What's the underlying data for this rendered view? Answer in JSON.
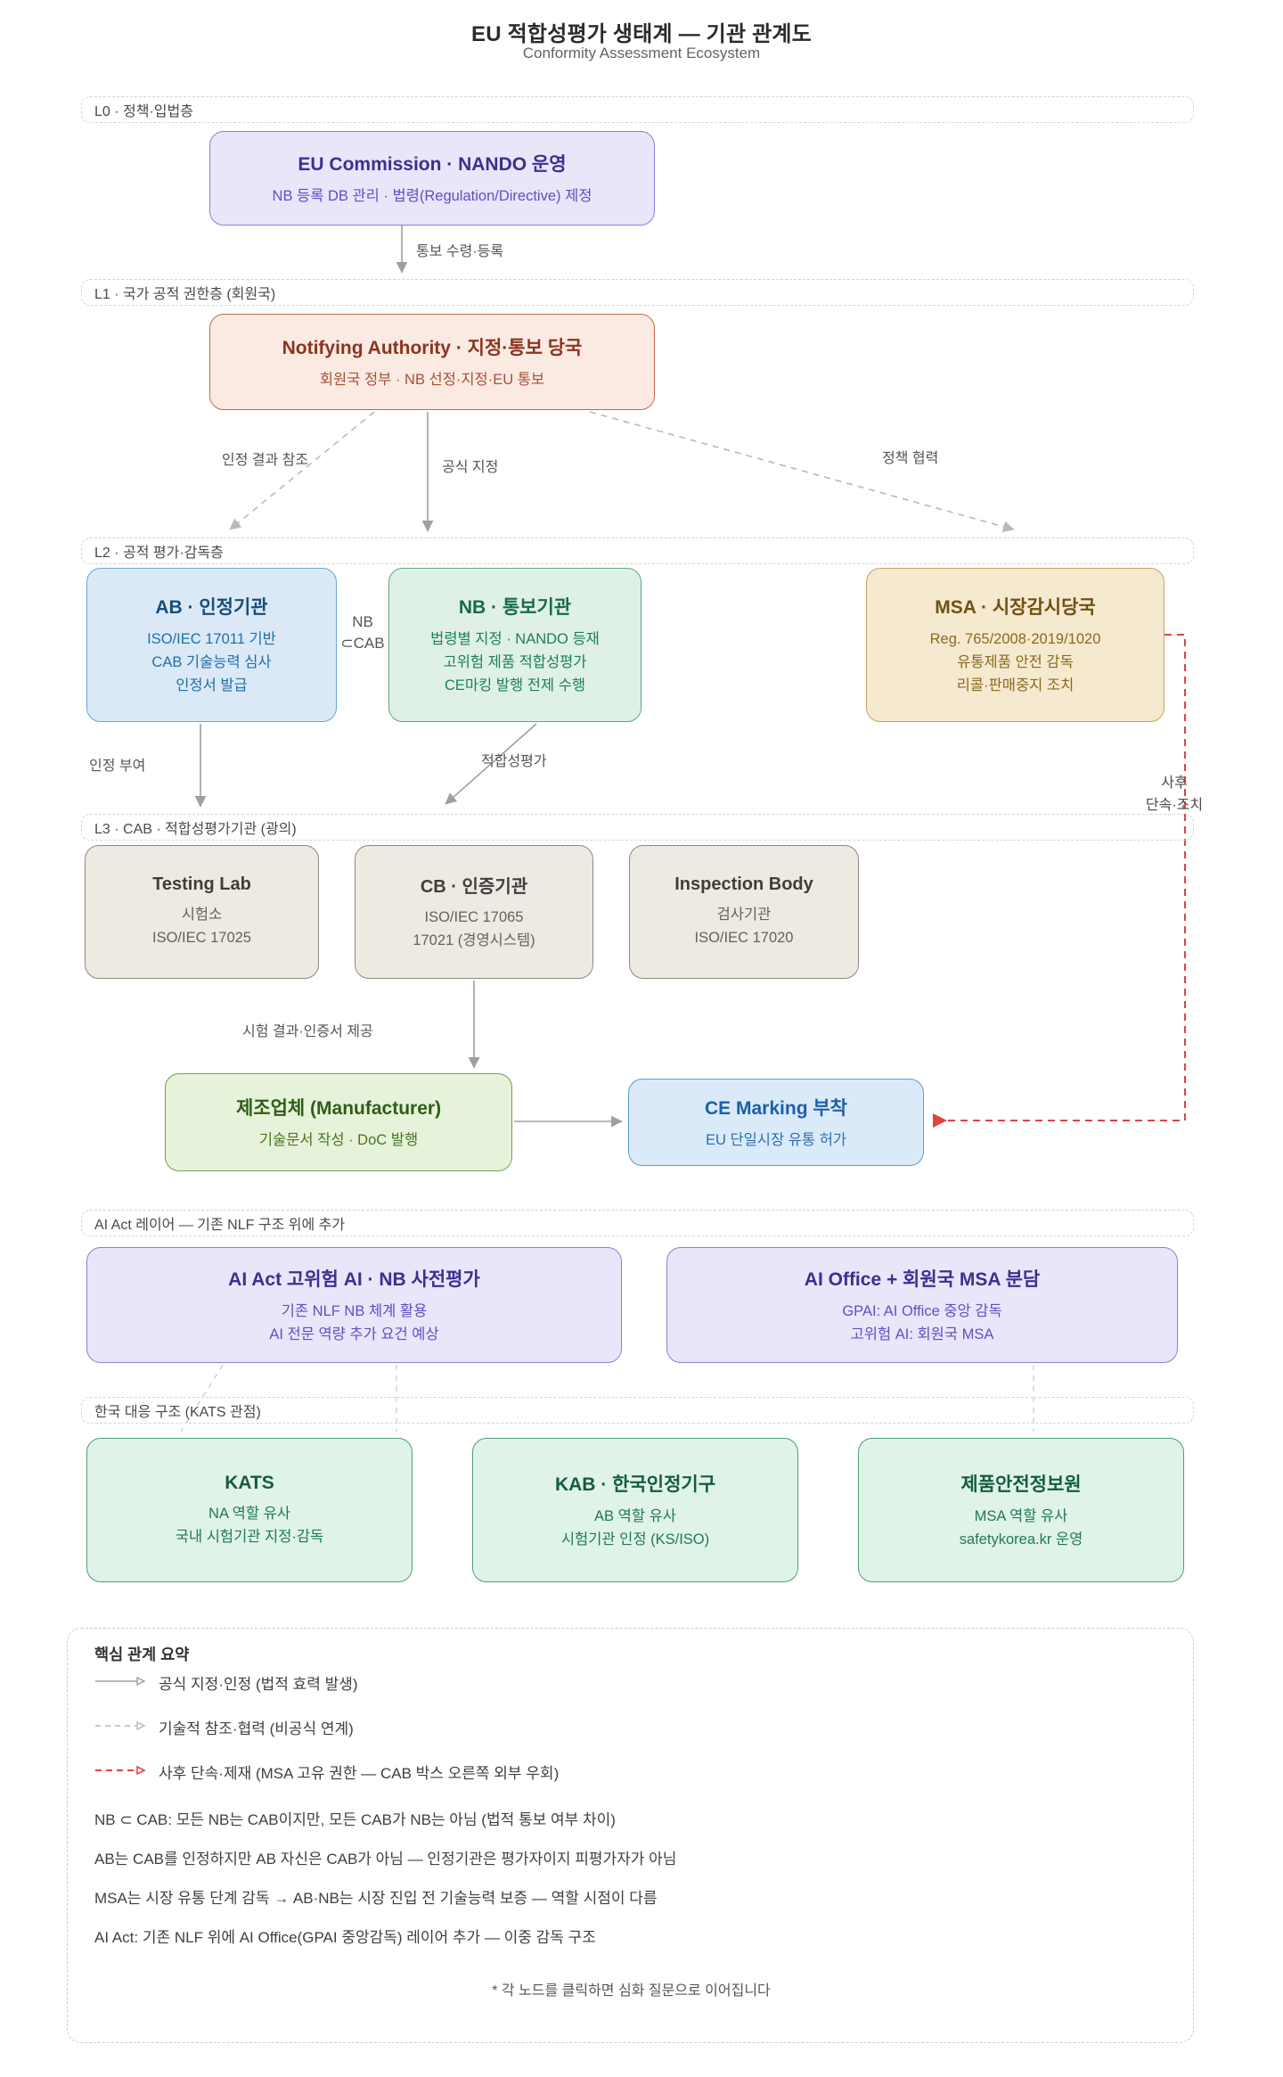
{
  "title": "EU 적합성평가 생태계 — 기관 관계도",
  "subtitle": "Conformity Assessment Ecosystem",
  "bands": {
    "l0": "L0 · 정책·입법층",
    "l1": "L1 · 국가 공적 권한층 (회원국)",
    "l2": "L2 · 공적 평가·감독층",
    "l3": "L3 · CAB · 적합성평가기관 (광의)",
    "ai": "AI Act 레이어 — 기존 NLF 구조 위에 추가",
    "kr": "한국 대응 구조 (KATS 관점)"
  },
  "nodes": {
    "eu": {
      "title": "EU Commission · NANDO 운영",
      "lines": [
        "NB 등록 DB 관리 · 법령(Regulation/Directive) 제정"
      ]
    },
    "na": {
      "title": "Notifying Authority · 지정·통보 당국",
      "lines": [
        "회원국 정부 · NB 선정·지정·EU 통보"
      ]
    },
    "ab": {
      "title": "AB · 인정기관",
      "lines": [
        "ISO/IEC 17011 기반",
        "CAB 기술능력 심사",
        "인정서 발급"
      ]
    },
    "nb": {
      "title": "NB · 통보기관",
      "lines": [
        "법령별 지정 · NANDO 등재",
        "고위험 제품 적합성평가",
        "CE마킹 발행 전제 수행"
      ]
    },
    "msa": {
      "title": "MSA · 시장감시당국",
      "lines": [
        "Reg. 765/2008·2019/1020",
        "유통제품 안전 감독",
        "리콜·판매중지 조치"
      ]
    },
    "tl": {
      "title": "Testing Lab",
      "lines": [
        "시험소",
        "ISO/IEC 17025"
      ]
    },
    "cb": {
      "title": "CB · 인증기관",
      "lines": [
        "ISO/IEC 17065",
        "17021 (경영시스템)"
      ]
    },
    "ib": {
      "title": "Inspection Body",
      "lines": [
        "검사기관",
        "ISO/IEC 17020"
      ]
    },
    "mfr": {
      "title": "제조업체 (Manufacturer)",
      "lines": [
        "기술문서 작성 · DoC 발행"
      ]
    },
    "ce": {
      "title": "CE Marking 부착",
      "lines": [
        "EU 단일시장 유통 허가"
      ]
    },
    "ai1": {
      "title": "AI Act 고위험 AI · NB 사전평가",
      "lines": [
        "기존 NLF NB 체계 활용",
        "AI 전문 역량 추가 요건 예상"
      ]
    },
    "ai2": {
      "title": "AI Office + 회원국 MSA 분담",
      "lines": [
        "GPAI: AI Office 중앙 감독",
        "고위험 AI: 회원국 MSA"
      ]
    },
    "kats": {
      "title": "KATS",
      "lines": [
        "NA 역할 유사",
        "국내 시험기관 지정·감독"
      ]
    },
    "kab": {
      "title": "KAB · 한국인정기구",
      "lines": [
        "AB 역할 유사",
        "시험기관 인정 (KS/ISO)"
      ]
    },
    "psi": {
      "title": "제품안전정보원",
      "lines": [
        "MSA 역할 유사",
        "safetykorea.kr 운영"
      ]
    }
  },
  "edges": {
    "notify": "통보 수령·등록",
    "ref": "인정 결과 참조",
    "designate": "공식 지정",
    "policy": "정책 협력",
    "subset_line1": "NB",
    "subset_line2": "⊂CAB",
    "accredit": "인정 부여",
    "assessment": "적합성평가",
    "post_line1": "사후",
    "post_line2": "단속·조치",
    "results": "시험 결과·인증서 제공"
  },
  "legend": {
    "heading": "핵심 관계 요약",
    "rows": [
      {
        "label": "공식 지정·인정 (법적 효력 발생)"
      },
      {
        "label": "기술적 참조·협력 (비공식 연계)"
      },
      {
        "label": "사후 단속·제재 (MSA 고유 권한 — CAB 박스 오른쪽 외부 우회)"
      }
    ],
    "paras": [
      "NB ⊂ CAB: 모든 NB는 CAB이지만, 모든 CAB가 NB는 아님 (법적 통보 여부 차이)",
      "AB는 CAB를 인정하지만 AB 자신은 CAB가 아님 — 인정기관은 평가자이지 피평가자가 아님",
      "MSA는 시장 유통 단계 감독 → AB·NB는 시장 진입 전 기술능력 보증 — 역할 시점이 다름",
      "AI Act: 기존 NLF 위에 AI Office(GPAI 중앙감독) 레이어 추가 — 이중 감독 구조"
    ],
    "note": "* 각 노드를 클릭하면 심화 질문으로 이어집니다"
  },
  "colors": {
    "solid_arrow": "#9aa0a6",
    "dashed_arrow": "#b5babf",
    "red_arrow": "#e04343",
    "purple_accent": "#8b7fd6",
    "blue_accent": "#6aa3d8",
    "green_accent": "#59a97f",
    "amber_accent": "#c9a25b",
    "terracotta_accent": "#c06a4c"
  }
}
